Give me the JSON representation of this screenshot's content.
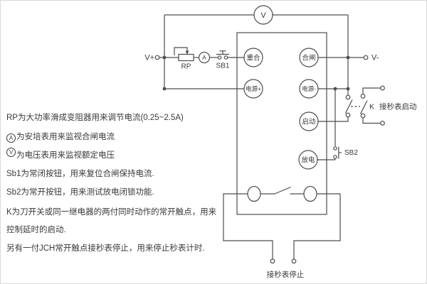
{
  "diagram": {
    "terminals": {
      "v_plus": "V+",
      "v_minus": "V-"
    },
    "meters": {
      "voltmeter": "V",
      "ammeter": "A"
    },
    "components": {
      "rheostat": "RP",
      "sb1": "SB1",
      "sb2": "SB2",
      "k_switch": "K"
    },
    "panel_buttons": {
      "reclose": "重合",
      "power_plus": "电源+",
      "close": "合闸",
      "power_minus": "电源-",
      "start": "启动",
      "discharge": "放电"
    },
    "labels": {
      "stopwatch_start": "接秒表启动",
      "stopwatch_stop": "接秒表停止"
    }
  },
  "notes": {
    "line1": "RP为大功率滑成变阻器用来调节电流(0.25~2.5A)",
    "line2_symbol": "A",
    "line2": "为安培表用来监视合闸电流",
    "line3_symbol": "V",
    "line3": "为电压表用来监视额定电压",
    "line4": "Sb1为常闭按钮，用来复位合闸保持电流.",
    "line5": "Sb2为常开按钮，用来测试放电闭锁功能.",
    "line6": "K为刀开关或同一继电器的两付同时动作的常开触点，用来",
    "line7": "控制延时的启动.",
    "line8": "另有一付JCH常开触点接秒表停止，用来停止秒表计时."
  },
  "colors": {
    "line": "#4d4d4d",
    "text": "#3a3a3a",
    "background": "#ffffff"
  }
}
